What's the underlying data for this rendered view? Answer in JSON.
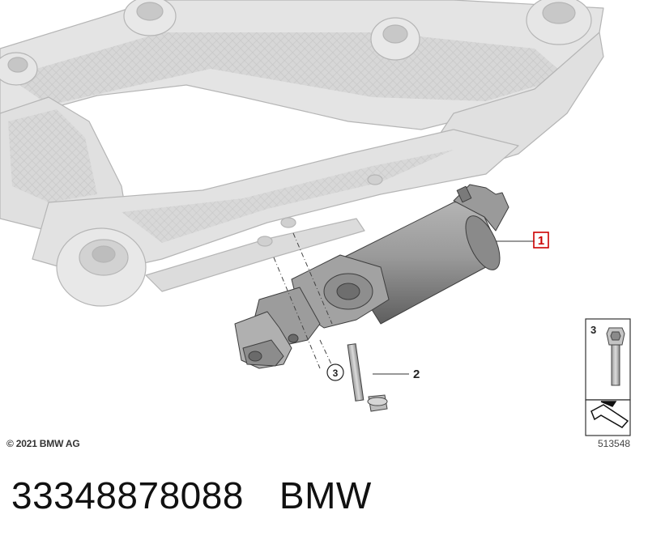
{
  "diagram": {
    "callouts": {
      "one": "1",
      "two": "2",
      "three": "3",
      "legend_three": "3"
    },
    "copyright": "© 2021 BMW AG",
    "image_number": "513548",
    "colors": {
      "subframe": "#e4e4e4",
      "subframe_edge": "#b9b9b9",
      "part": "#8c8c8c",
      "part_dark": "#5f5f5f",
      "callout_box": "#cc0000"
    }
  },
  "footer": {
    "part_number": "33348878088",
    "brand": "BMW"
  }
}
